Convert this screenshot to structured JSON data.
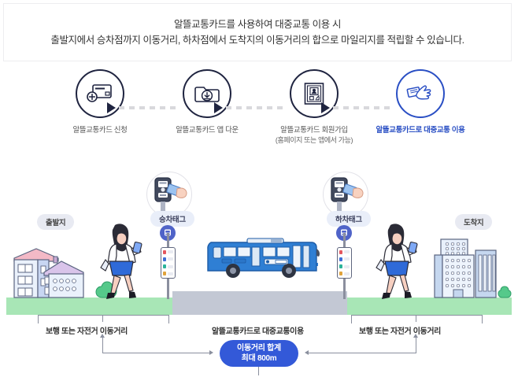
{
  "notice": {
    "line1": "알뜰교통카드를 사용하여 대중교통 이용 시",
    "line2": "출발지에서 승차점까지 이동거리, 하차점에서 도착지의 이동거리의 합으로 마일리지를 적립할 수 있습니다."
  },
  "steps": [
    {
      "icon": "card-add-icon",
      "label": "알뜰교통카드 신청",
      "sub": "",
      "active": false
    },
    {
      "icon": "app-download-icon",
      "label": "알뜰교통카드 앱 다운",
      "sub": "",
      "active": false
    },
    {
      "icon": "membership-id-icon",
      "label": "알뜰교통카드 회원가입",
      "sub": "(홈페이지 또는 앱에서 가능)",
      "active": false
    },
    {
      "icon": "hand-card-tag-icon",
      "label": "알뜰교통카드로 대중교통 이용",
      "sub": "",
      "active": true
    }
  ],
  "scene": {
    "origin_label": "출발지",
    "destination_label": "도착지",
    "board_tag_label": "승차태그",
    "alight_tag_label": "하차태그"
  },
  "brackets": {
    "left_label": "보행 또는 자전거 이동거리",
    "center_label": "알뜰교통카드로 대중교통이용",
    "right_label": "보행 또는 자전거 이동거리",
    "badge_line1": "이동거리 합계",
    "badge_line2": "최대 800m"
  },
  "colors": {
    "accent_blue": "#2a4fc4",
    "badge_blue": "#3359d8",
    "bus_blue": "#2f7fd4",
    "grass_green": "#a8e6b6",
    "road_gray": "#c3c8d4",
    "step_navy": "#1f2440"
  }
}
